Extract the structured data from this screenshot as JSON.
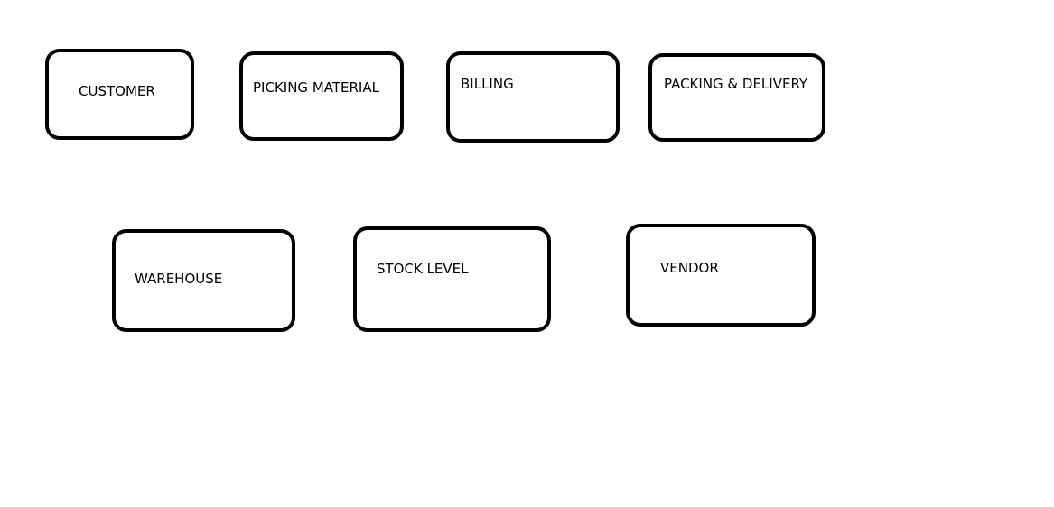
{
  "diagram": {
    "nodes": [
      {
        "id": "customer",
        "label": "CUSTOMER"
      },
      {
        "id": "picking",
        "label": "PICKING MATERIAL"
      },
      {
        "id": "billing",
        "label": "BILLING"
      },
      {
        "id": "packing",
        "label": "PACKING & DELIVERY"
      },
      {
        "id": "warehouse",
        "label": "WAREHOUSE"
      },
      {
        "id": "stock",
        "label": "STOCK LEVEL"
      },
      {
        "id": "vendor",
        "label": "VENDOR"
      }
    ],
    "colors": {
      "background": "#ffffff",
      "border": "#000000",
      "text": "#000000"
    }
  }
}
